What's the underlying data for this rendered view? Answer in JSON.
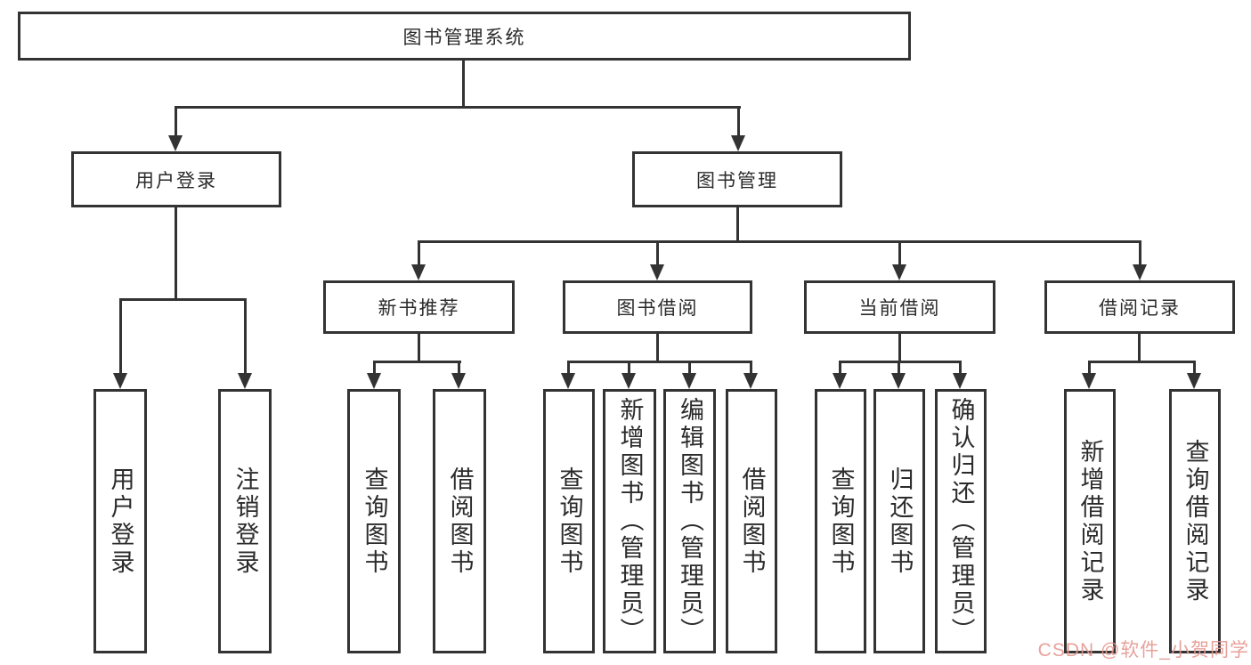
{
  "nodes": {
    "root": {
      "label": "图书管理系统"
    },
    "user_login": {
      "label": "用户登录"
    },
    "book_mgmt": {
      "label": "图书管理"
    },
    "new_books": {
      "label": "新书推荐"
    },
    "borrowing": {
      "label": "图书借阅"
    },
    "current": {
      "label": "当前借阅"
    },
    "records": {
      "label": "借阅记录"
    },
    "leaf_user_login": {
      "label": "用户登录"
    },
    "leaf_logout": {
      "label": "注销登录"
    },
    "leaf_nb_query": {
      "label": "查询图书"
    },
    "leaf_nb_borrow": {
      "label": "借阅图书"
    },
    "leaf_bb_query": {
      "label": "查询图书"
    },
    "leaf_bb_add": {
      "label": "新增图书（管理员）"
    },
    "leaf_bb_edit": {
      "label": "编辑图书（管理员）"
    },
    "leaf_bb_borrow": {
      "label": "借阅图书"
    },
    "leaf_cb_query": {
      "label": "查询图书"
    },
    "leaf_cb_return": {
      "label": "归还图书"
    },
    "leaf_cb_confirm": {
      "label": "确认归还（管理员）"
    },
    "leaf_br_add": {
      "label": "新增借阅记录"
    },
    "leaf_br_query": {
      "label": "查询借阅记录"
    }
  },
  "watermark": {
    "text": "CSDN @软件_小贺同学"
  },
  "colors": {
    "line": "#333333",
    "text": "#2b2b2b",
    "box_background": "#ffffff",
    "watermark": "#e4978f"
  }
}
